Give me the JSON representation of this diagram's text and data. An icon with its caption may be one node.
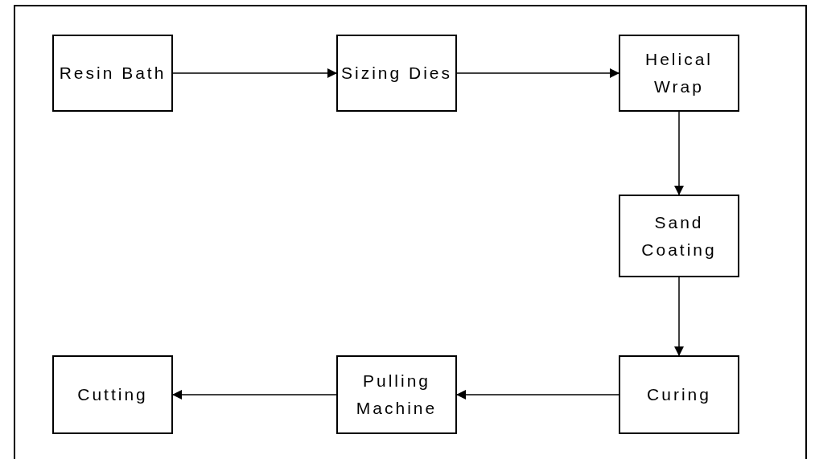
{
  "diagram": {
    "nodes": [
      {
        "text": [
          "Resin Bath"
        ]
      },
      {
        "text": [
          "Sizing Dies"
        ]
      },
      {
        "text": [
          "Helical Wrap"
        ]
      },
      {
        "text": [
          "Sand Coating"
        ]
      },
      {
        "text": [
          "Curing"
        ]
      },
      {
        "text": [
          "Pulling Machine"
        ]
      },
      {
        "text": [
          "Cutting"
        ]
      }
    ],
    "edges": [
      {
        "from": 0,
        "to": 1,
        "arrow": "to"
      },
      {
        "from": 1,
        "to": 2,
        "arrow": "to"
      },
      {
        "from": 2,
        "to": 3,
        "arrow": "to"
      },
      {
        "from": 3,
        "to": 4,
        "arrow": "to"
      },
      {
        "from": 4,
        "to": 5,
        "arrow": "to"
      },
      {
        "from": 5,
        "to": 6,
        "arrow": "to"
      }
    ]
  }
}
